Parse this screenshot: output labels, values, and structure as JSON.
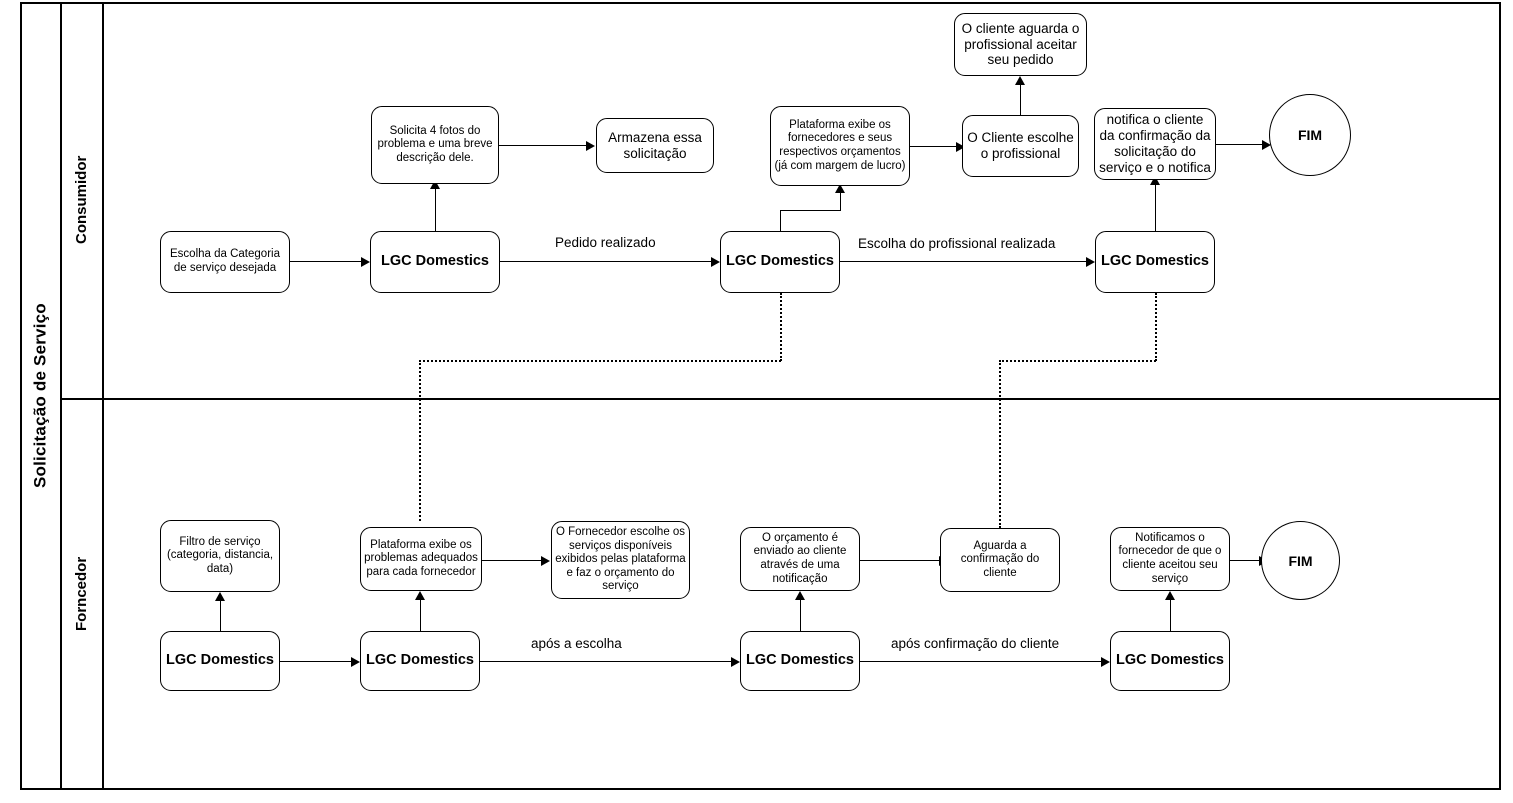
{
  "pool": {
    "label": "Solicitação de Serviço"
  },
  "lanes": [
    {
      "id": "consumidor",
      "label": "Consumidor"
    },
    {
      "id": "fornecedor",
      "label": "Forncedor"
    }
  ],
  "nodes": {
    "c_escolha_categoria": {
      "text": "Escolha da Categoria de serviço desejada",
      "kind": "message"
    },
    "c_lgc1": {
      "text": "LGC Domestics",
      "kind": "task"
    },
    "c_solicita_fotos": {
      "text": "Solicita 4 fotos do problema e uma breve descrição dele.",
      "kind": "message"
    },
    "c_armazena": {
      "text": "Armazena essa solicitação",
      "kind": "message"
    },
    "c_lgc2": {
      "text": "LGC Domestics",
      "kind": "task"
    },
    "c_plataforma_exibe": {
      "text": "Plataforma exibe os fornecedores e seus respectivos orçamentos (já com margem de lucro)",
      "kind": "message"
    },
    "c_cliente_escolhe": {
      "text": "O Cliente escolhe o profissional",
      "kind": "message"
    },
    "c_cliente_aguarda": {
      "text": "O cliente aguarda o profissional aceitar seu pedido",
      "kind": "message"
    },
    "c_lgc3": {
      "text": "LGC Domestics",
      "kind": "task"
    },
    "c_notifica_cliente": {
      "text": "notifica o cliente da confirmação da solicitação do serviço e o notifica",
      "kind": "message"
    },
    "c_fim": {
      "text": "FIM",
      "kind": "end-event"
    },
    "f_lgc1": {
      "text": "LGC Domestics",
      "kind": "task"
    },
    "f_filtro": {
      "text": "Filtro de serviço (categoria, distancia, data)",
      "kind": "message"
    },
    "f_lgc2": {
      "text": "LGC Domestics",
      "kind": "task"
    },
    "f_plataforma_problemas": {
      "text": "Plataforma exibe os problemas adequados para cada fornecedor",
      "kind": "message"
    },
    "f_fornecedor_escolhe": {
      "text": "O Fornecedor escolhe os serviços disponíveis exibidos pelas plataforma e faz o orçamento do serviço",
      "kind": "message"
    },
    "f_lgc3": {
      "text": "LGC Domestics",
      "kind": "task"
    },
    "f_orcamento_enviado": {
      "text": "O orçamento é enviado ao cliente através de uma notificação",
      "kind": "message"
    },
    "f_aguarda_confirmacao": {
      "text": "Aguarda a confirmação do cliente",
      "kind": "message"
    },
    "f_lgc4": {
      "text": "LGC Domestics",
      "kind": "task"
    },
    "f_notificamos": {
      "text": "Notificamos o fornecedor de que o cliente aceitou seu serviço",
      "kind": "message"
    },
    "f_fim": {
      "text": "FIM",
      "kind": "end-event"
    }
  },
  "edge_labels": {
    "pedido_realizado": "Pedido realizado",
    "escolha_profissional": "Escolha do profissional realizada",
    "apos_escolha": "após a escolha",
    "apos_confirmacao": "após confirmação do cliente"
  },
  "colors": {
    "stroke": "#000000",
    "background": "#ffffff"
  }
}
